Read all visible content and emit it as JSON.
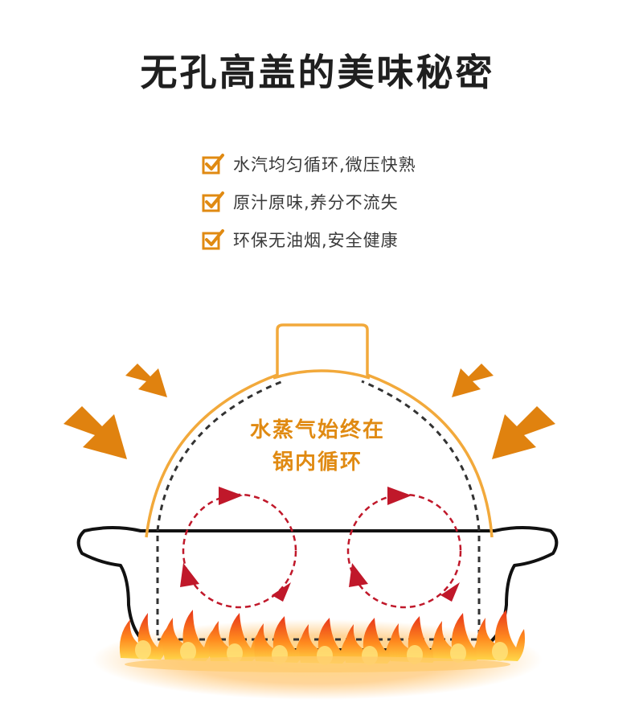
{
  "title": "无孔高盖的美味秘密",
  "features": [
    {
      "text": "水汽均匀循环,微压快熟",
      "icon": "check-icon"
    },
    {
      "text": "原汁原味,养分不流失",
      "icon": "check-icon"
    },
    {
      "text": "环保无油烟,安全健康",
      "icon": "check-icon"
    }
  ],
  "steam_label": {
    "line1": "水蒸气始终在",
    "line2": "锅内循环"
  },
  "colors": {
    "accent": "#e08a12",
    "arrow": "#e0820f",
    "circulation": "#c0182a",
    "title": "#1f1f1f",
    "flame_outer": "#f4531e",
    "flame_inner": "#ffd84a"
  }
}
